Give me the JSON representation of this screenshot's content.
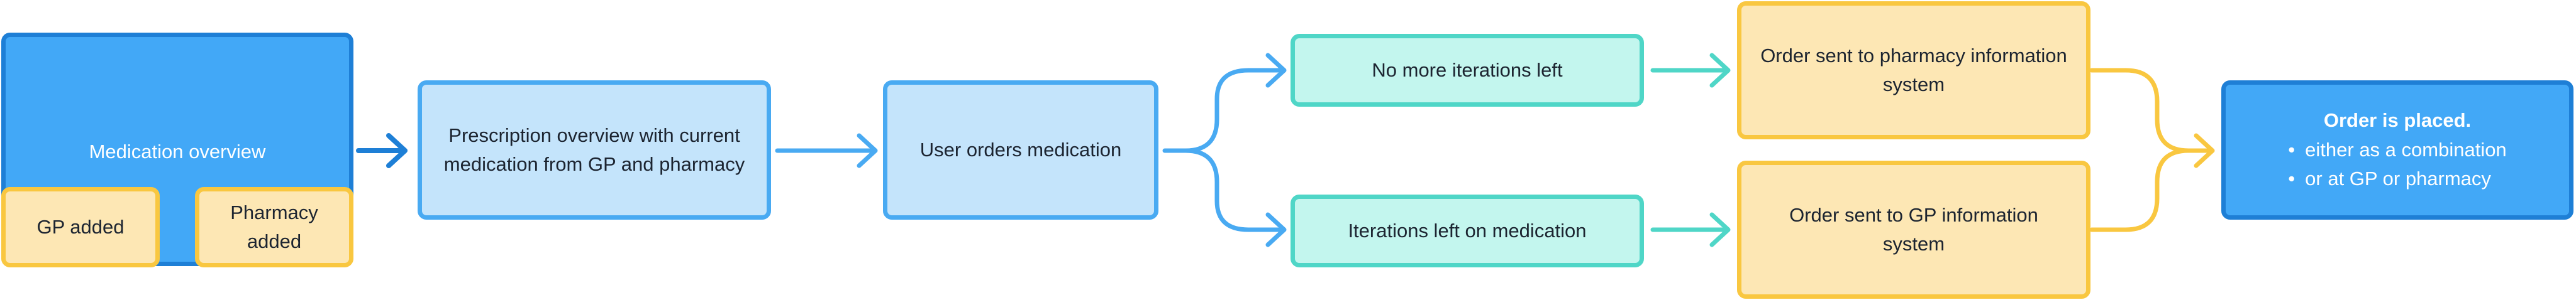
{
  "nodes": {
    "medication_overview": "Medication overview",
    "gp_added": "GP added",
    "pharmacy_added": "Pharmacy added",
    "prescription_overview": "Prescription overview with current medication from GP and pharmacy",
    "user_orders": "User orders medication",
    "no_iterations": "No more iterations left",
    "iterations_left": "Iterations left on medication",
    "order_pharmacy": "Order sent to pharmacy information system",
    "order_gp": "Order sent to GP information system",
    "order_placed": {
      "title": "Order is placed.",
      "items": [
        "either as a combination",
        "or at GP or pharmacy"
      ]
    }
  },
  "colors": {
    "primary_blue": "#42a8f7",
    "primary_blue_border": "#1e7fd6",
    "light_blue": "#c4e4fb",
    "light_blue_border": "#49aaf2",
    "teal": "#c3f6ee",
    "teal_border": "#4fd6c7",
    "yellow": "#fde7b4",
    "yellow_border": "#f9c740"
  }
}
